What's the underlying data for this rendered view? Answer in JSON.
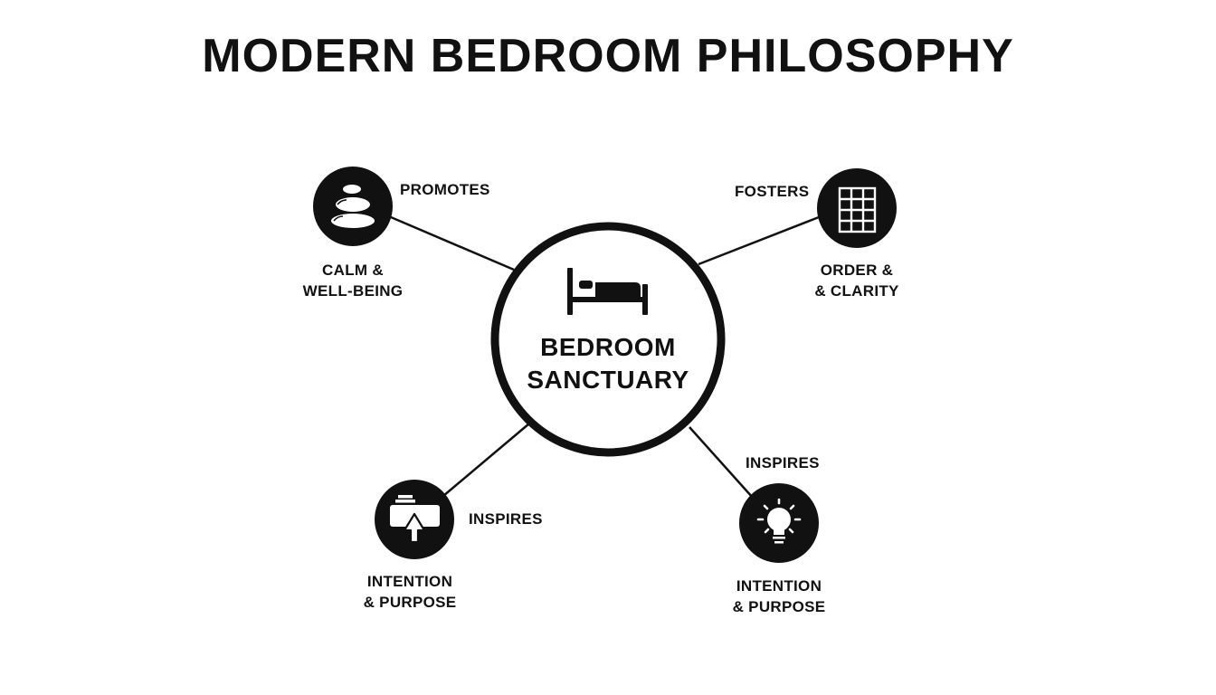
{
  "title": "MODERN BEDROOM PHILOSOPHY",
  "center": {
    "line1": "BEDROOM",
    "line2": "SANCTUARY",
    "icon": "bed-icon"
  },
  "nodes": [
    {
      "id": "calm",
      "icon": "stacked-stones-icon",
      "relation": "PROMOTES",
      "label_line1": "CALM &",
      "label_line2": "WELL-BEING"
    },
    {
      "id": "order",
      "icon": "grid-icon",
      "relation": "FOSTERS",
      "label_line1": "ORDER &",
      "label_line2": "& CLARITY"
    },
    {
      "id": "intention-left",
      "icon": "tray-arrow-up-icon",
      "relation": "INSPIRES",
      "label_line1": "INTENTION",
      "label_line2": "& PURPOSE"
    },
    {
      "id": "intention-right",
      "icon": "light-bulb-icon",
      "relation": "INSPIRES",
      "label_line1": "INTENTION",
      "label_line2": "& PURPOSE"
    }
  ],
  "colors": {
    "ink": "#111111",
    "background": "#ffffff"
  }
}
